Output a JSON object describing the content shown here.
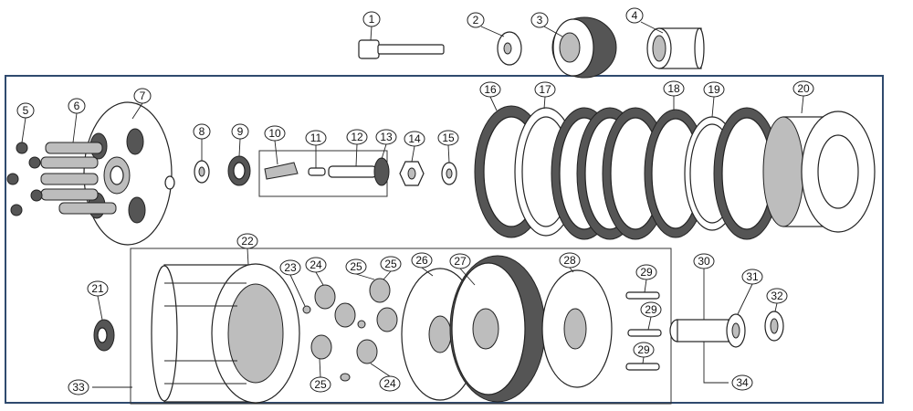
{
  "colors": {
    "frame": "#2f4a6e",
    "line": "#222222",
    "shade": "#555555",
    "background": "#ffffff"
  },
  "callouts": [
    {
      "id": "c1",
      "label": "1"
    },
    {
      "id": "c2",
      "label": "2"
    },
    {
      "id": "c3",
      "label": "3"
    },
    {
      "id": "c4",
      "label": "4"
    },
    {
      "id": "c5",
      "label": "5"
    },
    {
      "id": "c6",
      "label": "6"
    },
    {
      "id": "c7",
      "label": "7"
    },
    {
      "id": "c8",
      "label": "8"
    },
    {
      "id": "c9",
      "label": "9"
    },
    {
      "id": "c10",
      "label": "10"
    },
    {
      "id": "c11",
      "label": "11"
    },
    {
      "id": "c12",
      "label": "12"
    },
    {
      "id": "c13",
      "label": "13"
    },
    {
      "id": "c14",
      "label": "14"
    },
    {
      "id": "c15",
      "label": "15"
    },
    {
      "id": "c16",
      "label": "16"
    },
    {
      "id": "c17",
      "label": "17"
    },
    {
      "id": "c18",
      "label": "18"
    },
    {
      "id": "c19",
      "label": "19"
    },
    {
      "id": "c20",
      "label": "20"
    },
    {
      "id": "c21",
      "label": "21"
    },
    {
      "id": "c22",
      "label": "22"
    },
    {
      "id": "c23",
      "label": "23"
    },
    {
      "id": "c24a",
      "label": "24"
    },
    {
      "id": "c25a",
      "label": "25"
    },
    {
      "id": "c25b",
      "label": "25"
    },
    {
      "id": "c26",
      "label": "26"
    },
    {
      "id": "c27",
      "label": "27"
    },
    {
      "id": "c28",
      "label": "28"
    },
    {
      "id": "c29a",
      "label": "29"
    },
    {
      "id": "c29b",
      "label": "29"
    },
    {
      "id": "c29c",
      "label": "29"
    },
    {
      "id": "c30",
      "label": "30"
    },
    {
      "id": "c31",
      "label": "31"
    },
    {
      "id": "c32",
      "label": "32"
    },
    {
      "id": "c25c",
      "label": "25"
    },
    {
      "id": "c24b",
      "label": "24"
    },
    {
      "id": "c33",
      "label": "33"
    },
    {
      "id": "c34",
      "label": "34"
    }
  ]
}
